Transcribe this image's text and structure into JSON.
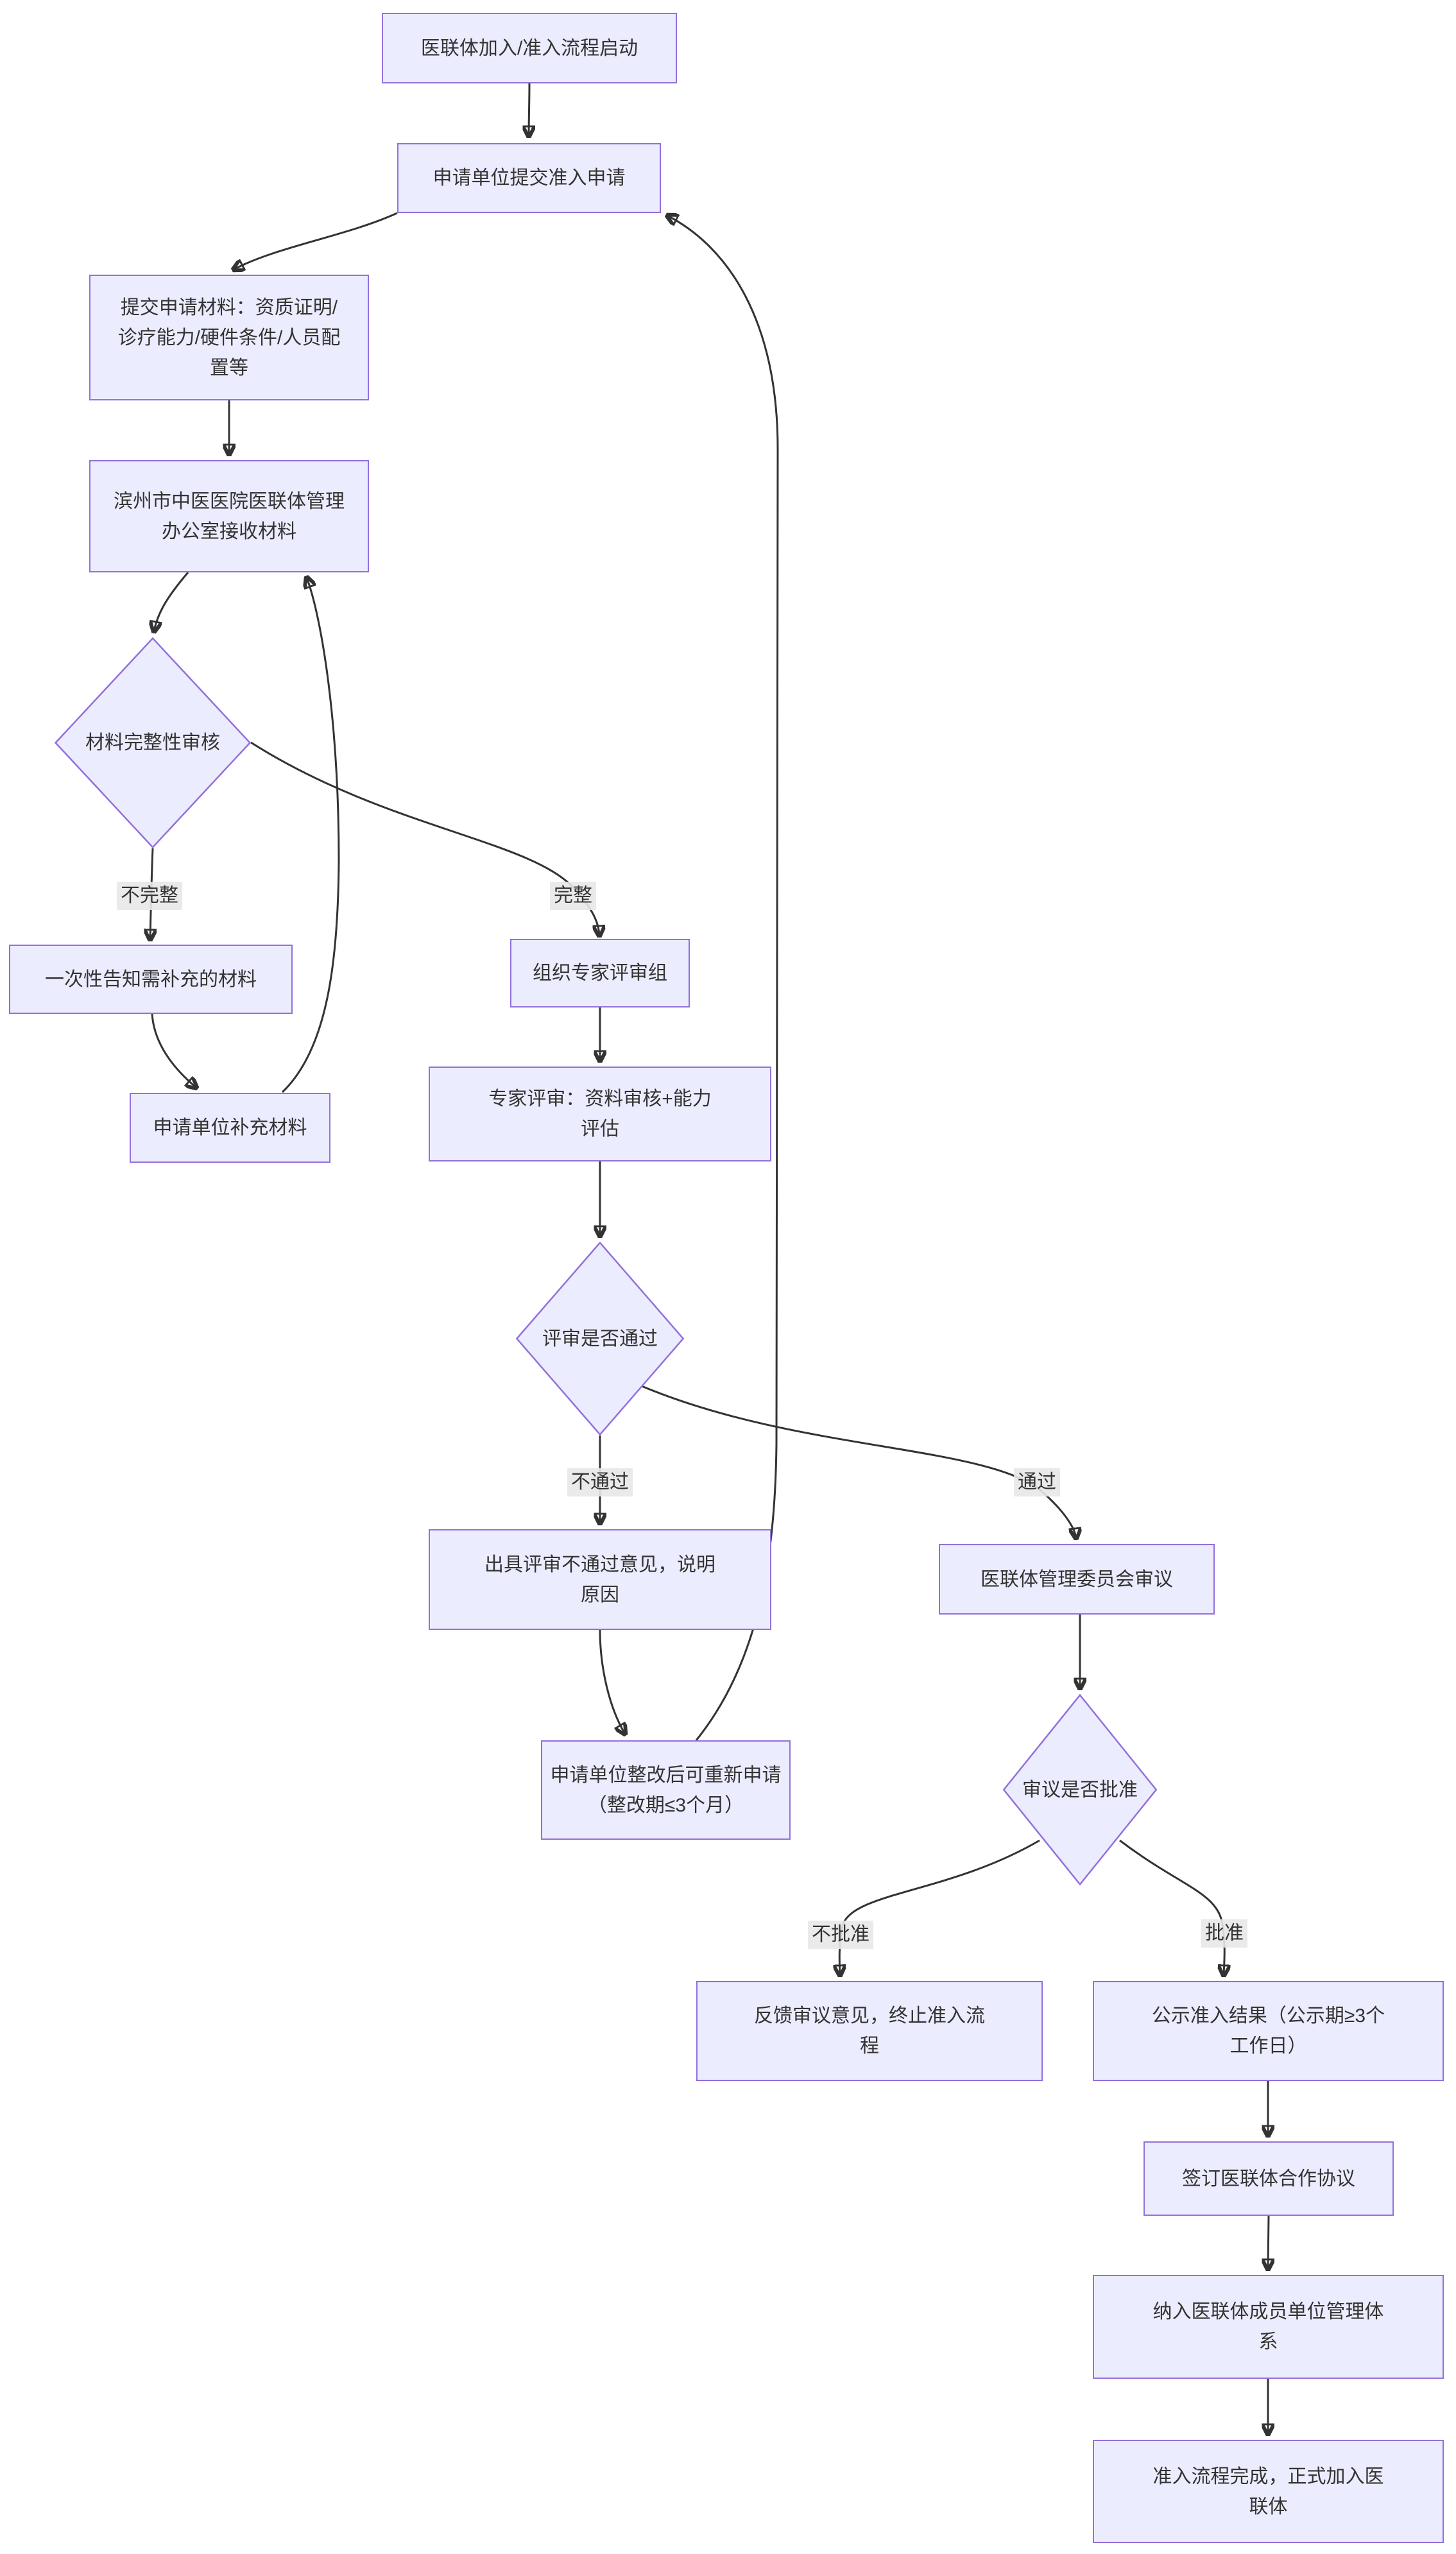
{
  "diagram": {
    "type": "flowchart",
    "direction": "top-down",
    "colors": {
      "node_fill": "#ECECFF",
      "node_border": "#9370DB",
      "text": "#333333",
      "edge": "#333333",
      "edge_label_bg": "#e8e8e8",
      "background": "#ffffff"
    },
    "nodes": {
      "start": {
        "label": "医联体加入/准入流程启动",
        "shape": "rect"
      },
      "submit_application": {
        "label": "申请单位提交准入申请",
        "shape": "rect"
      },
      "submit_materials": {
        "label": "提交申请材料：资质证明/\n诊疗能力/硬件条件/人员配\n置等",
        "shape": "rect"
      },
      "receive_materials": {
        "label": "滨州市中医医院医联体管理\n办公室接收材料",
        "shape": "rect"
      },
      "completeness_check": {
        "label": "材料完整性审核",
        "shape": "diamond"
      },
      "notify_supplement": {
        "label": "一次性告知需补充的材料",
        "shape": "rect"
      },
      "supplement_materials": {
        "label": "申请单位补充材料",
        "shape": "rect"
      },
      "organize_panel": {
        "label": "组织专家评审组",
        "shape": "rect"
      },
      "expert_review": {
        "label": "专家评审：资料审核+能力\n评估",
        "shape": "rect"
      },
      "review_decision": {
        "label": "评审是否通过",
        "shape": "diamond"
      },
      "issue_fail_opinion": {
        "label": "出具评审不通过意见，说明\n原因",
        "shape": "rect"
      },
      "committee": {
        "label": "医联体管理委员会审议",
        "shape": "rect"
      },
      "rectify_reapply": {
        "label": "申请单位整改后可重新申请\n（整改期≤3个月）",
        "shape": "rect"
      },
      "approval_decision": {
        "label": "审议是否批准",
        "shape": "diamond"
      },
      "feedback_terminate": {
        "label": "反馈审议意见，终止准入流\n程",
        "shape": "rect"
      },
      "publicize_result": {
        "label": "公示准入结果（公示期≥3个\n工作日）",
        "shape": "rect"
      },
      "sign_agreement": {
        "label": "签订医联体合作协议",
        "shape": "rect"
      },
      "member_management": {
        "label": "纳入医联体成员单位管理体\n系",
        "shape": "rect"
      },
      "process_complete": {
        "label": "准入流程完成，正式加入医\n联体",
        "shape": "rect"
      }
    },
    "edge_labels": {
      "incomplete": "不完整",
      "complete": "完整",
      "review_fail": "不通过",
      "review_pass": "通过",
      "not_approved": "不批准",
      "approved": "批准"
    },
    "edges": [
      {
        "from": "start",
        "to": "submit_application",
        "label": ""
      },
      {
        "from": "submit_application",
        "to": "submit_materials",
        "label": ""
      },
      {
        "from": "submit_materials",
        "to": "receive_materials",
        "label": ""
      },
      {
        "from": "receive_materials",
        "to": "completeness_check",
        "label": ""
      },
      {
        "from": "completeness_check",
        "to": "notify_supplement",
        "label": "不完整"
      },
      {
        "from": "notify_supplement",
        "to": "supplement_materials",
        "label": ""
      },
      {
        "from": "supplement_materials",
        "to": "receive_materials",
        "label": ""
      },
      {
        "from": "completeness_check",
        "to": "organize_panel",
        "label": "完整"
      },
      {
        "from": "organize_panel",
        "to": "expert_review",
        "label": ""
      },
      {
        "from": "expert_review",
        "to": "review_decision",
        "label": ""
      },
      {
        "from": "review_decision",
        "to": "issue_fail_opinion",
        "label": "不通过"
      },
      {
        "from": "review_decision",
        "to": "committee",
        "label": "通过"
      },
      {
        "from": "issue_fail_opinion",
        "to": "rectify_reapply",
        "label": ""
      },
      {
        "from": "rectify_reapply",
        "to": "submit_application",
        "label": ""
      },
      {
        "from": "committee",
        "to": "approval_decision",
        "label": ""
      },
      {
        "from": "approval_decision",
        "to": "feedback_terminate",
        "label": "不批准"
      },
      {
        "from": "approval_decision",
        "to": "publicize_result",
        "label": "批准"
      },
      {
        "from": "publicize_result",
        "to": "sign_agreement",
        "label": ""
      },
      {
        "from": "sign_agreement",
        "to": "member_management",
        "label": ""
      },
      {
        "from": "member_management",
        "to": "process_complete",
        "label": ""
      }
    ]
  }
}
